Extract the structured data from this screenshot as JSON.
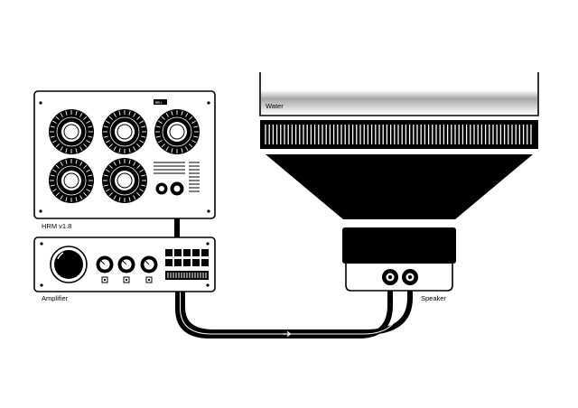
{
  "module": {
    "label": "HRM v1.8",
    "badge": "BRLL"
  },
  "amplifier": {
    "label": "Amplifier"
  },
  "speaker": {
    "label": "Speaker",
    "water_label": "Water"
  },
  "colors": {
    "ink": "#000000",
    "paper": "#ffffff",
    "water_top": "#a6a6a6",
    "water_bottom": "#ffffff"
  },
  "icons": {
    "signal_direction_down": "arrow-down-icon",
    "signal_direction_right": "arrow-right-icon"
  }
}
